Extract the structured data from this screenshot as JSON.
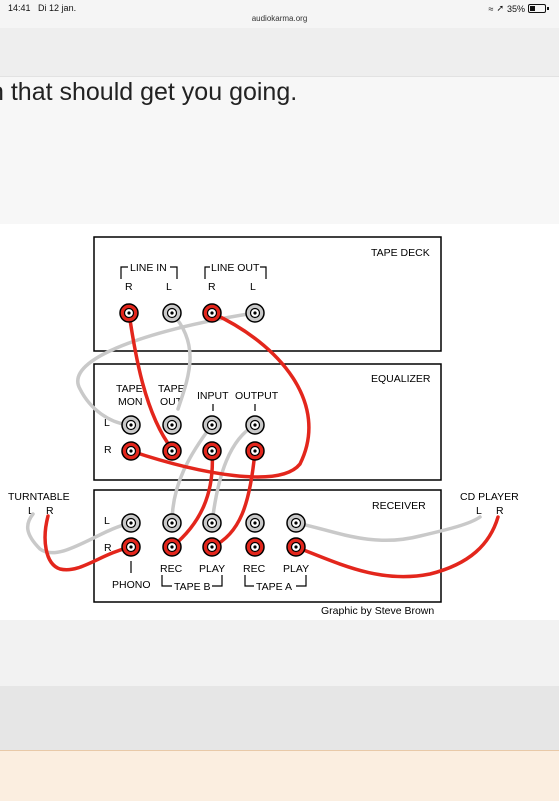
{
  "status": {
    "time": "14:41",
    "date": "Di 12 jan.",
    "url": "audiokarma.org",
    "battery": "35%",
    "battery_level": 0.35
  },
  "article": {
    "headline_fragment": "n that should get you going."
  },
  "diagram": {
    "tape_deck": {
      "title": "TAPE DECK",
      "line_in": "LINE IN",
      "line_out": "LINE OUT",
      "r": "R",
      "l": "L"
    },
    "equalizer": {
      "title": "EQUALIZER",
      "tape_mon": [
        "TAPE",
        "MON"
      ],
      "tape_out": [
        "TAPE",
        "OUT"
      ],
      "input": "INPUT",
      "output": "OUTPUT",
      "l": "L",
      "r": "R"
    },
    "receiver": {
      "title": "RECEIVER",
      "l": "L",
      "r": "R",
      "phono": "PHONO",
      "rec": "REC",
      "play": "PLAY",
      "tape_b": "TAPE B",
      "tape_a": "TAPE A"
    },
    "turntable": {
      "label": "TURNTABLE",
      "l": "L",
      "r": "R"
    },
    "cd_player": {
      "label": "CD PLAYER",
      "l": "L",
      "r": "R"
    },
    "credit": "Graphic by Steve Brown",
    "colors": {
      "red": "#e3261c",
      "gray": "#c9c9c9",
      "outline": "#000000"
    }
  }
}
